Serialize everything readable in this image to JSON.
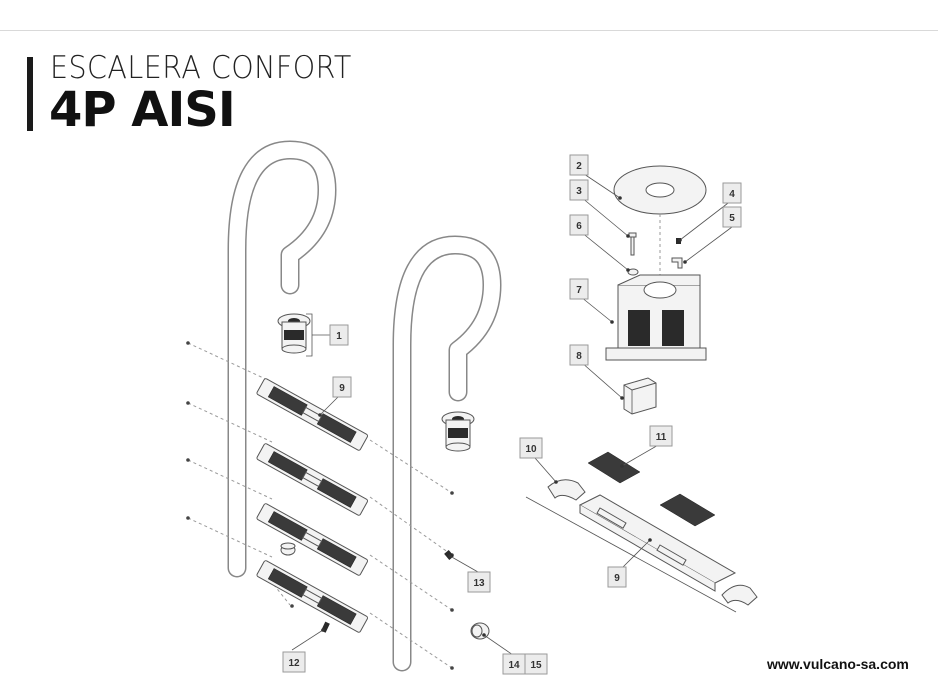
{
  "title": {
    "line1": "ESCALERA CONFORT",
    "line2": "4P AISI"
  },
  "website": "www.vulcano-sa.com",
  "callouts": {
    "c1": "1",
    "c2": "2",
    "c3": "3",
    "c4": "4",
    "c5": "5",
    "c6": "6",
    "c7": "7",
    "c8": "8",
    "c9a": "9",
    "c9b": "9",
    "c10": "10",
    "c11": "11",
    "c12": "12",
    "c13": "13",
    "c14": "14",
    "c15": "15"
  },
  "colors": {
    "accent": "#1a1a1a",
    "callout_fill": "#ececec",
    "outline": "#555555"
  }
}
